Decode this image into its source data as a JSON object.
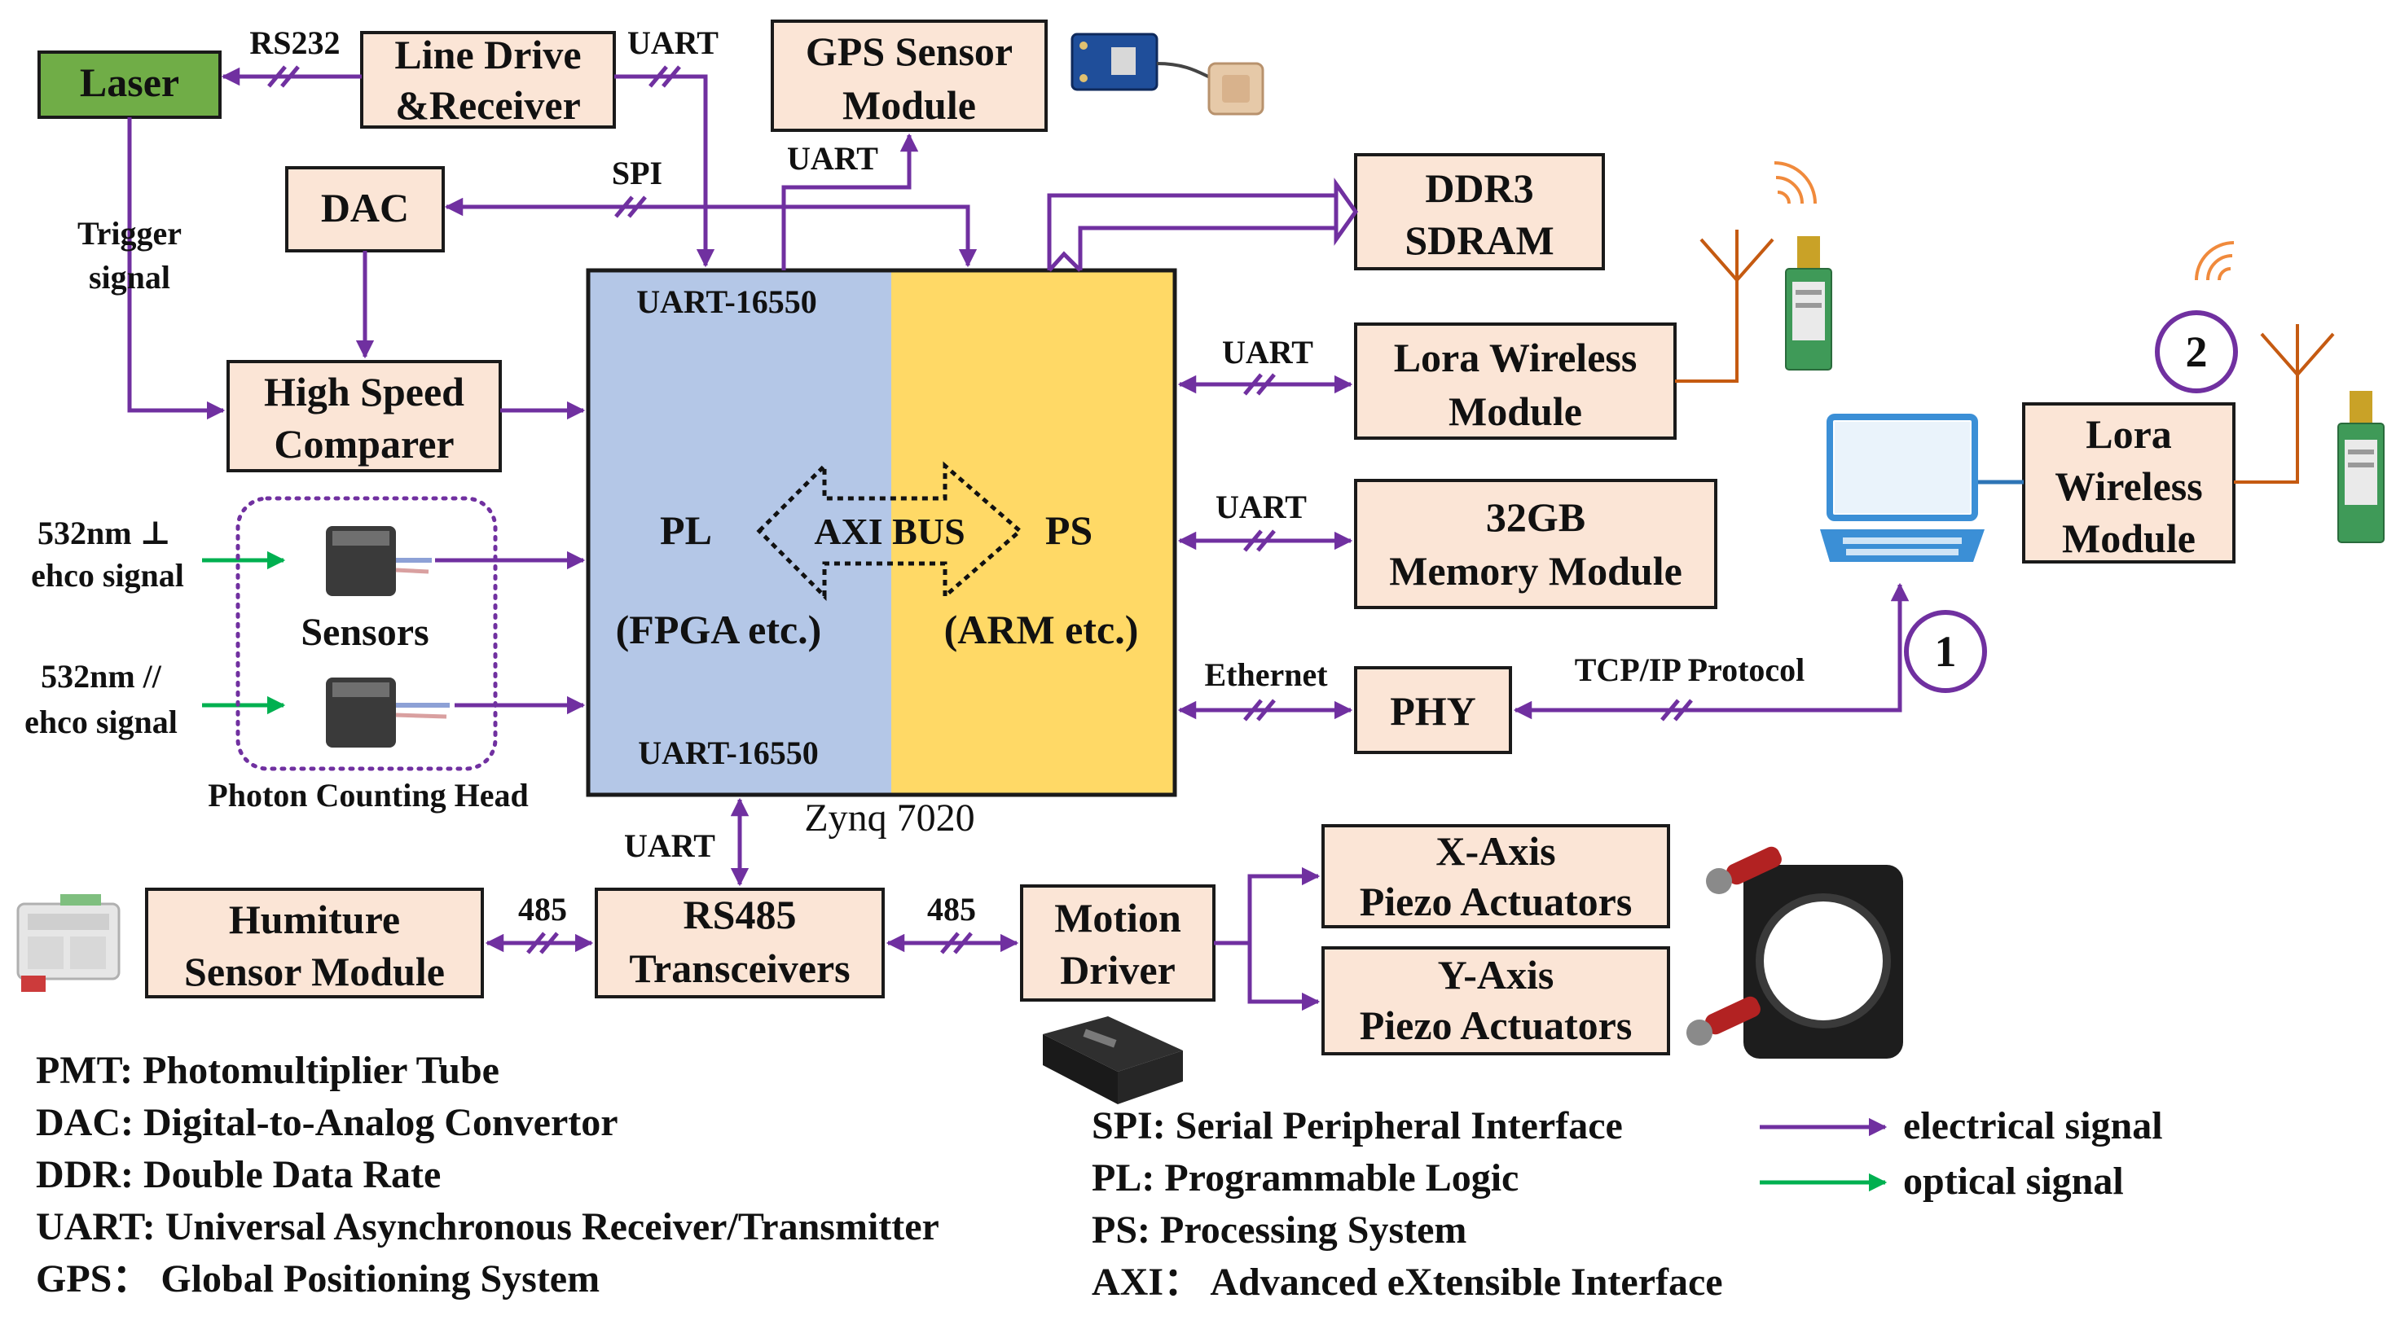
{
  "blocks": {
    "laser": "Laser",
    "line_drive": [
      "Line Drive",
      "&Receiver"
    ],
    "gps": [
      "GPS Sensor",
      "Module"
    ],
    "dac": "DAC",
    "ddr3": [
      "DDR3",
      "SDRAM"
    ],
    "high_speed_comparer": [
      "High Speed",
      "Comparer"
    ],
    "lora1": [
      "Lora Wireless",
      "Module"
    ],
    "lora2": [
      "Lora",
      "Wireless",
      "Module"
    ],
    "memory": [
      "32GB",
      "Memory Module"
    ],
    "phy": "PHY",
    "humiture": [
      "Humiture",
      "Sensor Module"
    ],
    "rs485": [
      "RS485",
      "Transceivers"
    ],
    "motion": [
      "Motion",
      "Driver"
    ],
    "x_axis": [
      "X-Axis",
      "Piezo Actuators"
    ],
    "y_axis": [
      "Y-Axis",
      "Piezo Actuators"
    ]
  },
  "zynq": {
    "caption": "Zynq 7020",
    "uart_top": "UART-16550",
    "uart_bottom": "UART-16550",
    "pl": "PL",
    "pl_sub": "(FPGA etc.)",
    "ps": "PS",
    "ps_sub": "(ARM etc.)",
    "axi_bus": "AXI BUS",
    "pl_color": "#b4c7e7",
    "ps_color": "#ffd966"
  },
  "signals": {
    "rs232": "RS232",
    "uart_line_drive": "UART",
    "spi": "SPI",
    "uart_gps": "UART",
    "uart_lora": "UART",
    "uart_memory": "UART",
    "ethernet": "Ethernet",
    "tcpip": "TCP/IP Protocol",
    "uart_rs485": "UART",
    "bus_485_left": "485",
    "bus_485_right": "485",
    "trigger": [
      "Trigger",
      "signal"
    ],
    "echo_perp": [
      "532nm ⊥",
      "ehco signal"
    ],
    "echo_par": [
      "532nm //",
      "ehco signal"
    ],
    "sensors": "Sensors",
    "photon_head": "Photon Counting Head"
  },
  "badges": [
    "1",
    "2"
  ],
  "legend_left": [
    "PMT: Photomultiplier Tube",
    "DAC: Digital-to-Analog Convertor",
    "DDR: Double Data Rate",
    "UART: Universal Asynchronous Receiver/Transmitter",
    "GPS： Global Positioning System"
  ],
  "legend_right": [
    "SPI: Serial Peripheral Interface",
    "PL: Programmable Logic",
    "PS: Processing System",
    "AXI： Advanced eXtensible Interface"
  ],
  "arrow_legend": [
    "electrical signal",
    "optical signal"
  ],
  "colors": {
    "box_fill": "#fbe5d6",
    "laser_fill": "#70ad47",
    "electrical": "#7030a0",
    "optical": "#00b050",
    "antenna": "#c55a11",
    "link": "#2e75b6"
  },
  "icons": [
    "gps-antenna-icon",
    "lora-module-icon",
    "computer-icon",
    "humiture-sensor-icon",
    "motion-driver-icon",
    "piezo-mount-icon",
    "photon-sensor-icon",
    "wifi-signal-icon"
  ]
}
